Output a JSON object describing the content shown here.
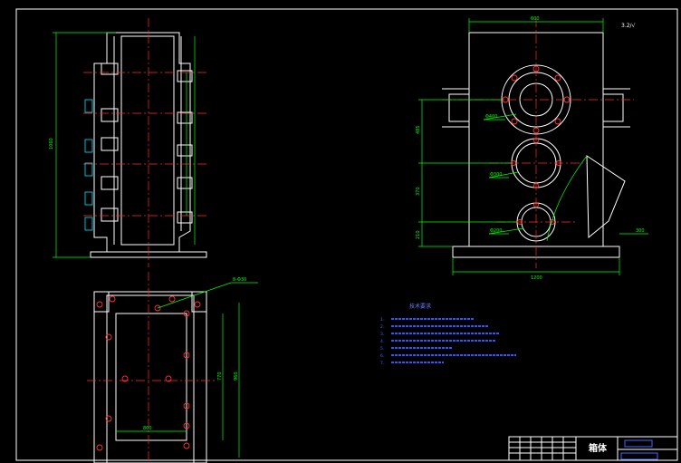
{
  "drawing": {
    "part_name": "箱体",
    "scale_box": "",
    "drawing_no": "",
    "roughness_mark": "3.2/√",
    "notes_title": "技术要求",
    "notes": [
      "1．",
      "2．",
      "3．",
      "4．",
      "5．",
      "6．",
      "7．"
    ],
    "dims": {
      "top_width": "600",
      "total_height": "1060",
      "base_width": "1200",
      "hole1": "Φ400",
      "hole2": "Φ300",
      "hole3": "Φ200",
      "h1": "485",
      "h2": "370",
      "h3": "210",
      "right_dim": "300",
      "bot_w": "800",
      "bot_h1": "770",
      "bot_h2": "960",
      "leader": "8-Φ30"
    }
  },
  "colors": {
    "background": "#000000",
    "outline": "#ffffff",
    "dimension": "#00ff00",
    "centerline": "#ff2a2a",
    "notes": "#4466ff"
  }
}
